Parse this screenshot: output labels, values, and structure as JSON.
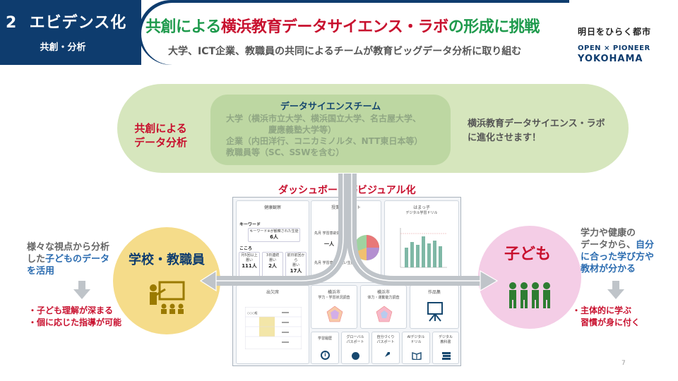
{
  "header": {
    "section_number": "2",
    "section_title": "エビデンス化",
    "section_sub": "共創・分析",
    "title_part1": "共創による",
    "title_part2": "横浜教育データサイエンス・ラボ",
    "title_part3": "の形成に挑戦",
    "subtitle": "大学、ICT企業、教職員の共同によるチームが教育ビッグデータ分析に取り組む",
    "logo_line1": "明日をひらく都市",
    "logo_line2": "OPEN × PIONEER",
    "logo_line3": "YOKOHAMA"
  },
  "capsule": {
    "left_label_1": "共創による",
    "left_label_2": "データ分析",
    "team_title": "データサイエンスチーム",
    "team_line1": "大学（横浜市立大学、横浜国立大学、名古屋大学、",
    "team_line2": "慶應義塾大学等）",
    "team_line3": "企業（内田洋行、コニカミノルタ、NTT東日本等）",
    "team_line4": "教職員等（SC、SSWを含む）",
    "right_label_1": "横浜教育データサイエンス・ラボ",
    "right_label_2": "に進化させます！"
  },
  "dashboard": {
    "label": "ダッシュボード等ビジュアル化",
    "p1_title": "健康観察",
    "p1_keyword": "キーワード",
    "p1_keyword_box": "キーワード※が観察された生徒",
    "p1_keyword_count": "6人",
    "p1_kokoro": "こころ",
    "p1_c1_label": "月5回以上",
    "p1_c1_sub": "悪い",
    "p1_c1_val": "111人",
    "p1_c2_label": "3日連続",
    "p1_c2_sub": "悪い",
    "p1_c2_val": "2人",
    "p1_c3_label": "前日前回から",
    "p1_c3_sub": "悪い",
    "p1_c3_val": "17人",
    "p2_title": "授業アンケート",
    "p2_row1": "先月 学習意欲高い生徒",
    "p2_row1_val": "一人",
    "p2_row2": "先月 学習意欲の低い生徒",
    "p3_title_1": "はまっ子",
    "p3_title_2": "デジタル学習ドリル",
    "p4_title": "出欠席",
    "p4_row_label": "○○○組",
    "p5_title_1": "横浜市",
    "p5_title_2": "学力・学習状況調査",
    "p6_title_1": "横浜市",
    "p6_title_2": "体力・運動能力調査",
    "p7_title": "作品集",
    "b1": "学習履歴",
    "b2_1": "グローバル",
    "b2_2": "パスポート",
    "b3_1": "自分づくり",
    "b3_2": "パスポート",
    "b4_1": "AIデジタル",
    "b4_2": "ドリル",
    "b5_1": "デジタル",
    "b5_2": "教科書"
  },
  "school": {
    "label": "学校・教職員",
    "text_line1": "様々な視点から分析",
    "text_line2a": "した",
    "text_line2b": "子どものデータ",
    "text_line3": "を活用",
    "bullet1": "・子ども理解が深まる",
    "bullet2": "・個に応じた指導が可能"
  },
  "kids": {
    "label": "子ども",
    "text_line1": "学力や健康の",
    "text_line2a": "データから、",
    "text_line2b": "自分",
    "text_line3": "に合った学び方や",
    "text_line4": "教材が分かる",
    "bullet1": "・主体的に学ぶ",
    "bullet2": "習慣が身に付く"
  },
  "page_number": "7",
  "colors": {
    "navy": "#0e3c6e",
    "green_title": "#1e9a4c",
    "red": "#c8102e",
    "capsule": "#d6e6bd",
    "school_circle": "#f5dc8a",
    "kids_circle": "#f4cde6"
  },
  "icons": {
    "teacher": "teacher-board-icon",
    "children": "children-group-icon"
  }
}
